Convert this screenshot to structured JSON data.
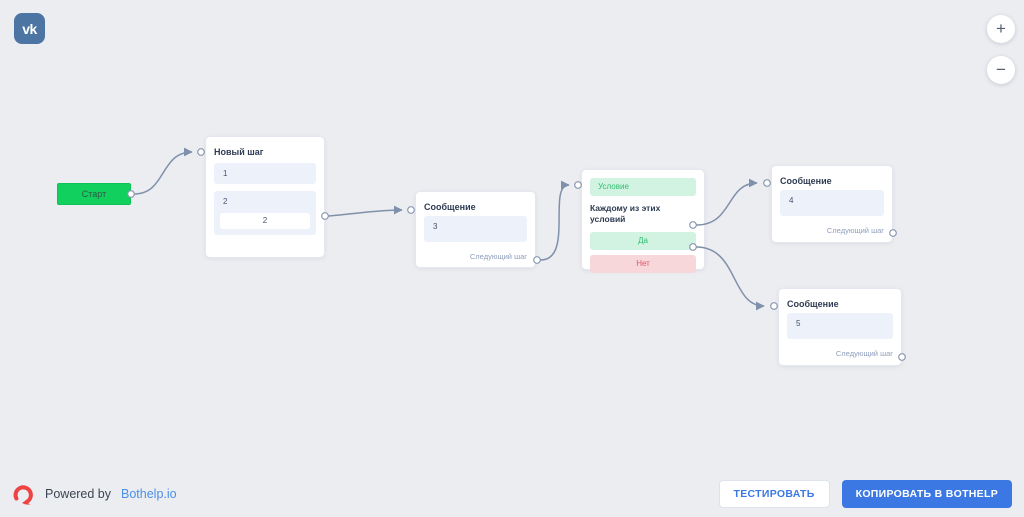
{
  "header": {
    "platform_label": "vk",
    "zoom_in_label": "+",
    "zoom_out_label": "−"
  },
  "flow": {
    "start": {
      "label": "Старт"
    },
    "new_step": {
      "title": "Новый шаг",
      "item1": "1",
      "item2_label": "2",
      "item2_button": "2"
    },
    "message1": {
      "title": "Сообщение",
      "content": "3",
      "next_step_label": "Следующий шаг"
    },
    "condition": {
      "header": "Условие",
      "criteria": "Каждому из этих условий",
      "yes_label": "Да",
      "no_label": "Нет"
    },
    "message2": {
      "title": "Сообщение",
      "content": "4",
      "next_step_label": "Следующий шаг"
    },
    "message3": {
      "title": "Сообщение",
      "content": "5",
      "next_step_label": "Следующий шаг"
    }
  },
  "footer": {
    "powered_by": "Powered by",
    "brand": "Bothelp.io",
    "test_button": "ТЕСТИРОВАТЬ",
    "copy_button": "КОПИРОВАТЬ В BOTHELP"
  },
  "colors": {
    "start_green": "#12d05e",
    "accent_blue": "#3b78e3",
    "condition_green_bg": "#d2f3e1",
    "condition_green_text": "#2fbf71",
    "condition_red_bg": "#f8d7db",
    "condition_red_text": "#e0556a",
    "vk_blue": "#4c75a3",
    "bothelp_red": "#ee4343",
    "edge_gray": "#7f90aa"
  }
}
